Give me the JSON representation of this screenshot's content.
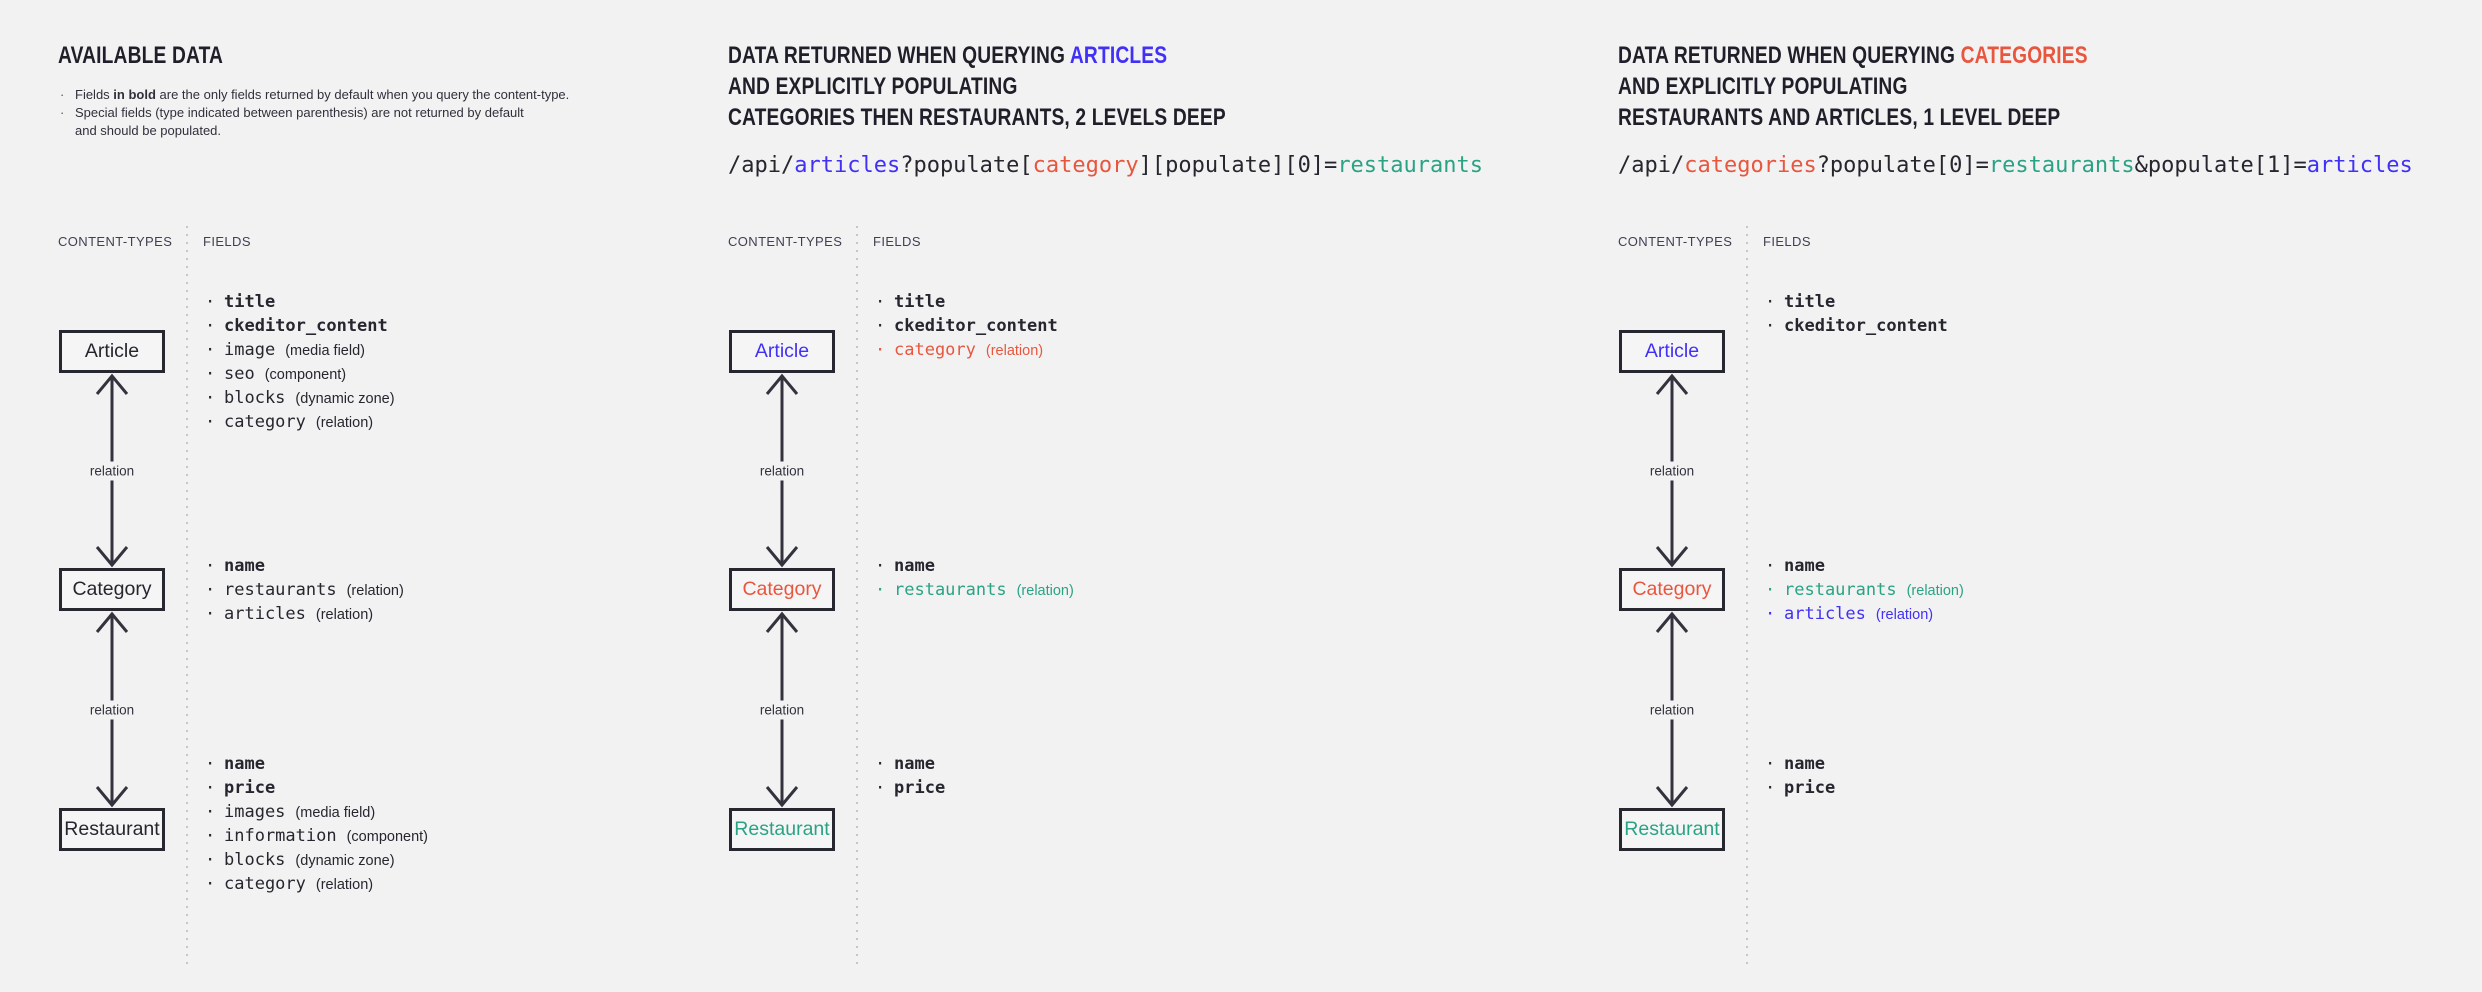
{
  "colors": {
    "background": "#f2f2f3",
    "text": "#26262f",
    "blue": "#4130f5",
    "red": "#e8563e",
    "teal": "#2aa384"
  },
  "panels": [
    {
      "title": {
        "line1_pre": "AVAILABLE DATA",
        "line1_accent": "",
        "accent_color": "dark",
        "line2": "",
        "line3": ""
      },
      "notes": [
        {
          "seg1": "Fields ",
          "seg2": "in bold",
          "seg3": " are the only fields returned by default when you query the content-type."
        },
        {
          "text": "Special fields (type indicated between parenthesis) are not returned by default\nand should be populated."
        }
      ],
      "headers": {
        "content_types": "CONTENT-TYPES",
        "fields": "FIELDS"
      },
      "nodes": [
        {
          "label": "Article",
          "color": "dark",
          "fields": [
            {
              "name": "title",
              "bold": true,
              "color": "dark",
              "type": ""
            },
            {
              "name": "ckeditor_content",
              "bold": true,
              "color": "dark",
              "type": ""
            },
            {
              "name": "image",
              "bold": false,
              "color": "dark",
              "type": "(media field)"
            },
            {
              "name": "seo",
              "bold": false,
              "color": "dark",
              "type": "(component)"
            },
            {
              "name": "blocks",
              "bold": false,
              "color": "dark",
              "type": "(dynamic zone)"
            },
            {
              "name": "category",
              "bold": false,
              "color": "dark",
              "type": "(relation)"
            }
          ]
        },
        {
          "label": "Category",
          "color": "dark",
          "fields": [
            {
              "name": "name",
              "bold": true,
              "color": "dark",
              "type": ""
            },
            {
              "name": "restaurants",
              "bold": false,
              "color": "dark",
              "type": "(relation)"
            },
            {
              "name": "articles",
              "bold": false,
              "color": "dark",
              "type": "(relation)"
            }
          ]
        },
        {
          "label": "Restaurant",
          "color": "dark",
          "fields": [
            {
              "name": "name",
              "bold": true,
              "color": "dark",
              "type": ""
            },
            {
              "name": "price",
              "bold": true,
              "color": "dark",
              "type": ""
            },
            {
              "name": "images",
              "bold": false,
              "color": "dark",
              "type": "(media field)"
            },
            {
              "name": "information",
              "bold": false,
              "color": "dark",
              "type": "(component)"
            },
            {
              "name": "blocks",
              "bold": false,
              "color": "dark",
              "type": "(dynamic zone)"
            },
            {
              "name": "category",
              "bold": false,
              "color": "dark",
              "type": "(relation)"
            }
          ]
        }
      ],
      "relations": [
        "relation",
        "relation"
      ]
    },
    {
      "title": {
        "line1_pre": "DATA RETURNED WHEN QUERYING ",
        "line1_accent": "ARTICLES",
        "accent_color": "blue",
        "line2": "AND EXPLICITLY POPULATING",
        "line3": "CATEGORIES THEN RESTAURANTS, 2 LEVELS DEEP"
      },
      "code": [
        {
          "text": "/api/",
          "color": "dark"
        },
        {
          "text": "articles",
          "color": "blue"
        },
        {
          "text": "?populate[",
          "color": "dark"
        },
        {
          "text": "category",
          "color": "red"
        },
        {
          "text": "][populate][0]=",
          "color": "dark"
        },
        {
          "text": "restaurants",
          "color": "teal"
        }
      ],
      "headers": {
        "content_types": "CONTENT-TYPES",
        "fields": "FIELDS"
      },
      "nodes": [
        {
          "label": "Article",
          "color": "blue",
          "fields": [
            {
              "name": "title",
              "bold": true,
              "color": "dark",
              "type": ""
            },
            {
              "name": "ckeditor_content",
              "bold": true,
              "color": "dark",
              "type": ""
            },
            {
              "name": "category",
              "bold": false,
              "color": "red",
              "type": "(relation)"
            }
          ]
        },
        {
          "label": "Category",
          "color": "red",
          "fields": [
            {
              "name": "name",
              "bold": true,
              "color": "dark",
              "type": ""
            },
            {
              "name": "restaurants",
              "bold": false,
              "color": "teal",
              "type": "(relation)"
            }
          ]
        },
        {
          "label": "Restaurant",
          "color": "teal",
          "fields": [
            {
              "name": "name",
              "bold": true,
              "color": "dark",
              "type": ""
            },
            {
              "name": "price",
              "bold": true,
              "color": "dark",
              "type": ""
            }
          ]
        }
      ],
      "relations": [
        "relation",
        "relation"
      ]
    },
    {
      "title": {
        "line1_pre": "DATA RETURNED WHEN QUERYING ",
        "line1_accent": "CATEGORIES",
        "accent_color": "red",
        "line2": "AND EXPLICITLY POPULATING",
        "line3": "RESTAURANTS AND ARTICLES, 1 LEVEL DEEP"
      },
      "code": [
        {
          "text": "/api/",
          "color": "dark"
        },
        {
          "text": "categories",
          "color": "red"
        },
        {
          "text": "?populate[0]=",
          "color": "dark"
        },
        {
          "text": "restaurants",
          "color": "teal"
        },
        {
          "text": "&populate[1]=",
          "color": "dark"
        },
        {
          "text": "articles",
          "color": "blue"
        }
      ],
      "headers": {
        "content_types": "CONTENT-TYPES",
        "fields": "FIELDS"
      },
      "nodes": [
        {
          "label": "Article",
          "color": "blue",
          "fields": [
            {
              "name": "title",
              "bold": true,
              "color": "dark",
              "type": ""
            },
            {
              "name": "ckeditor_content",
              "bold": true,
              "color": "dark",
              "type": ""
            }
          ]
        },
        {
          "label": "Category",
          "color": "red",
          "fields": [
            {
              "name": "name",
              "bold": true,
              "color": "dark",
              "type": ""
            },
            {
              "name": "restaurants",
              "bold": false,
              "color": "teal",
              "type": "(relation)"
            },
            {
              "name": "articles",
              "bold": false,
              "color": "blue",
              "type": "(relation)"
            }
          ]
        },
        {
          "label": "Restaurant",
          "color": "teal",
          "fields": [
            {
              "name": "name",
              "bold": true,
              "color": "dark",
              "type": ""
            },
            {
              "name": "price",
              "bold": true,
              "color": "dark",
              "type": ""
            }
          ]
        }
      ],
      "relations": [
        "relation",
        "relation"
      ]
    }
  ]
}
